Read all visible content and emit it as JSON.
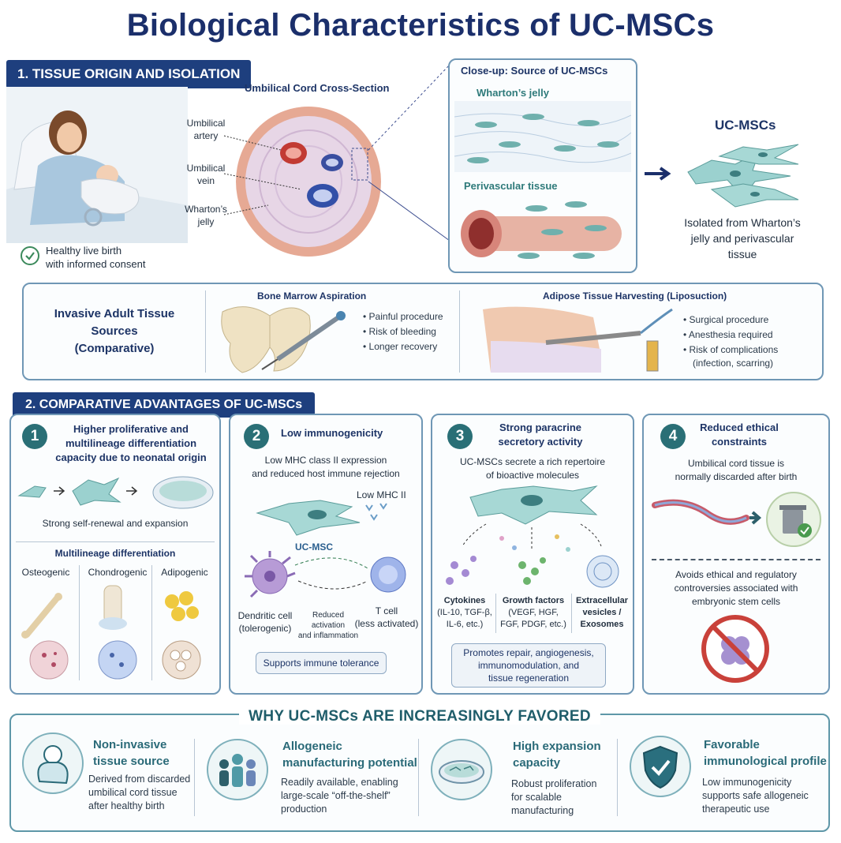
{
  "title": "Biological Characteristics of UC-MSCs",
  "section1": {
    "banner": "1. TISSUE ORIGIN AND ISOLATION",
    "birth_note_line1": "Healthy live birth",
    "birth_note_line2": "with informed consent",
    "cross_section_title": "Umbilical Cord Cross-Section",
    "label_artery_1": "Umbilical",
    "label_artery_2": "artery",
    "label_vein_1": "Umbilical",
    "label_vein_2": "vein",
    "label_jelly_1": "Wharton’s",
    "label_jelly_2": "jelly",
    "closeup_title": "Close-up: Source of UC-MSCs",
    "closeup_jelly": "Wharton’s jelly",
    "closeup_perivascular": "Perivascular tissue",
    "ucmsc_title": "UC-MSCs",
    "ucmsc_desc_1": "Isolated from Wharton’s",
    "ucmsc_desc_2": "jelly and perivascular",
    "ucmsc_desc_3": "tissue"
  },
  "invasive": {
    "title_1": "Invasive Adult Tissue Sources",
    "title_2": "(Comparative)",
    "bone_title": "Bone Marrow Aspiration",
    "bone_bullets": [
      "Painful procedure",
      "Risk of bleeding",
      "Longer recovery"
    ],
    "adipose_title": "Adipose Tissue Harvesting (Liposuction)",
    "adipose_bullets": [
      "Surgical procedure",
      "Anesthesia required",
      "Risk of complications"
    ],
    "adipose_note": "(infection, scarring)"
  },
  "section2": {
    "banner": "2. COMPARATIVE ADVANTAGES OF UC-MSCs",
    "adv1": {
      "num": "1",
      "title_1": "Higher proliferative and",
      "title_2": "multilineage differentiation",
      "title_3": "capacity due to neonatal origin",
      "renewal": "Strong self-renewal and expansion",
      "multi_title": "Multilineage differentiation",
      "osteo": "Osteogenic",
      "chondro": "Chondrogenic",
      "adipo": "Adipogenic"
    },
    "adv2": {
      "num": "2",
      "title": "Low immunogenicity",
      "desc_1": "Low MHC class II expression",
      "desc_2": "and reduced host immune rejection",
      "low_mhc": "Low MHC II",
      "ucmsc": "UC-MSC",
      "dendritic_1": "Dendritic cell",
      "dendritic_2": "(tolerogenic)",
      "reduced_1": "Reduced activation",
      "reduced_2": "and inflammation",
      "tcell_1": "T cell",
      "tcell_2": "(less activated)",
      "pill": "Supports immune tolerance"
    },
    "adv3": {
      "num": "3",
      "title_1": "Strong paracrine",
      "title_2": "secretory activity",
      "desc_1": "UC-MSCs secrete a rich repertoire",
      "desc_2": "of bioactive molecules",
      "cyto_1": "Cytokines",
      "cyto_2": "(IL-10, TGF-β,",
      "cyto_3": "IL-6, etc.)",
      "growth_1": "Growth factors",
      "growth_2": "(VEGF, HGF,",
      "growth_3": "FGF, PDGF, etc.)",
      "ev_1": "Extracellular",
      "ev_2": "vesicles /",
      "ev_3": "Exosomes",
      "pill_1": "Promotes repair, angiogenesis,",
      "pill_2": "immunomodulation, and",
      "pill_3": "tissue regeneration"
    },
    "adv4": {
      "num": "4",
      "title_1": "Reduced ethical",
      "title_2": "constraints",
      "desc_1": "Umbilical cord tissue is",
      "desc_2": "normally discarded after birth",
      "avoid_1": "Avoids ethical and regulatory",
      "avoid_2": "controversies associated with",
      "avoid_3": "embryonic stem cells"
    }
  },
  "why": {
    "title": "WHY UC-MSCs ARE INCREASINGLY FAVORED",
    "items": [
      {
        "t1": "Non-invasive",
        "t2": "tissue source",
        "d1": "Derived from discarded",
        "d2": "umbilical cord tissue",
        "d3": "after healthy birth",
        "icon": "baby-icon"
      },
      {
        "t1": "Allogeneic",
        "t2": "manufacturing potential",
        "d1": "Readily available, enabling",
        "d2": "large-scale “off-the-shelf”",
        "d3": "production",
        "icon": "people-icon"
      },
      {
        "t1": "High expansion",
        "t2": "capacity",
        "d1": "Robust proliferation",
        "d2": "for scalable",
        "d3": "manufacturing",
        "icon": "petri-dish-icon"
      },
      {
        "t1": "Favorable",
        "t2": "immunological profile",
        "d1": "Low immunogenicity",
        "d2": "supports safe allogeneic",
        "d3": "therapeutic use",
        "icon": "shield-check-icon"
      }
    ]
  },
  "colors": {
    "navy": "#1e3f7e",
    "teal": "#2a6f76",
    "panel_border": "#6f97b5"
  }
}
